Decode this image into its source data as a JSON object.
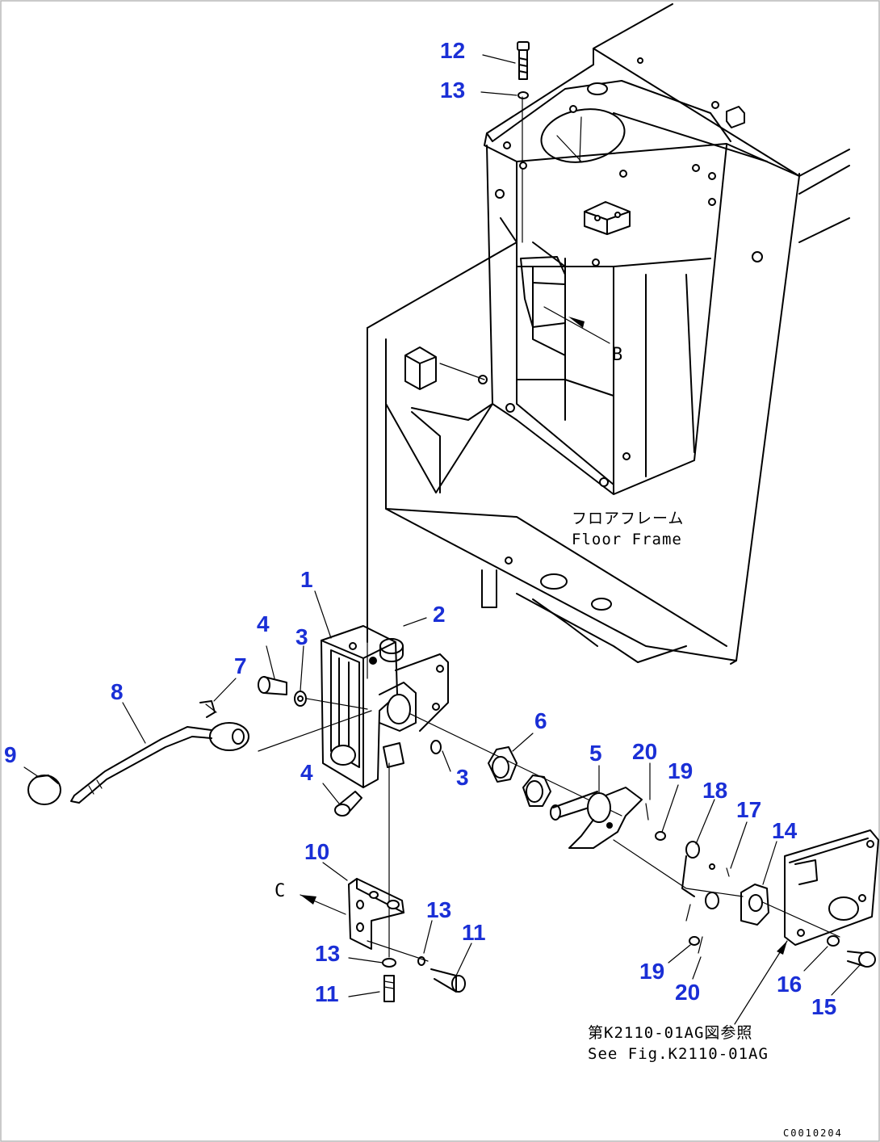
{
  "callouts": {
    "c1": "1",
    "c2": "2",
    "c3a": "3",
    "c3b": "3",
    "c4a": "4",
    "c4b": "4",
    "c5": "5",
    "c6": "6",
    "c7": "7",
    "c8": "8",
    "c9": "9",
    "c10": "10",
    "c11a": "11",
    "c11b": "11",
    "c12": "12",
    "c13a": "13",
    "c13b": "13",
    "c13c": "13",
    "c14": "14",
    "c15": "15",
    "c16": "16",
    "c17": "17",
    "c18": "18",
    "c19a": "19",
    "c19b": "19",
    "c20a": "20",
    "c20b": "20"
  },
  "notes": {
    "floor_frame_jp": "フロアフレーム",
    "floor_frame_en": "Floor Frame",
    "see_fig_jp": "第K2110-01AG図参照",
    "see_fig_en": "See Fig.K2110-01AG",
    "ref_b": "B",
    "ref_c": "C"
  },
  "drawing_code": "C0010204",
  "colors": {
    "callout": "#1a2fd6",
    "lines": "#000000",
    "background": "#ffffff"
  }
}
